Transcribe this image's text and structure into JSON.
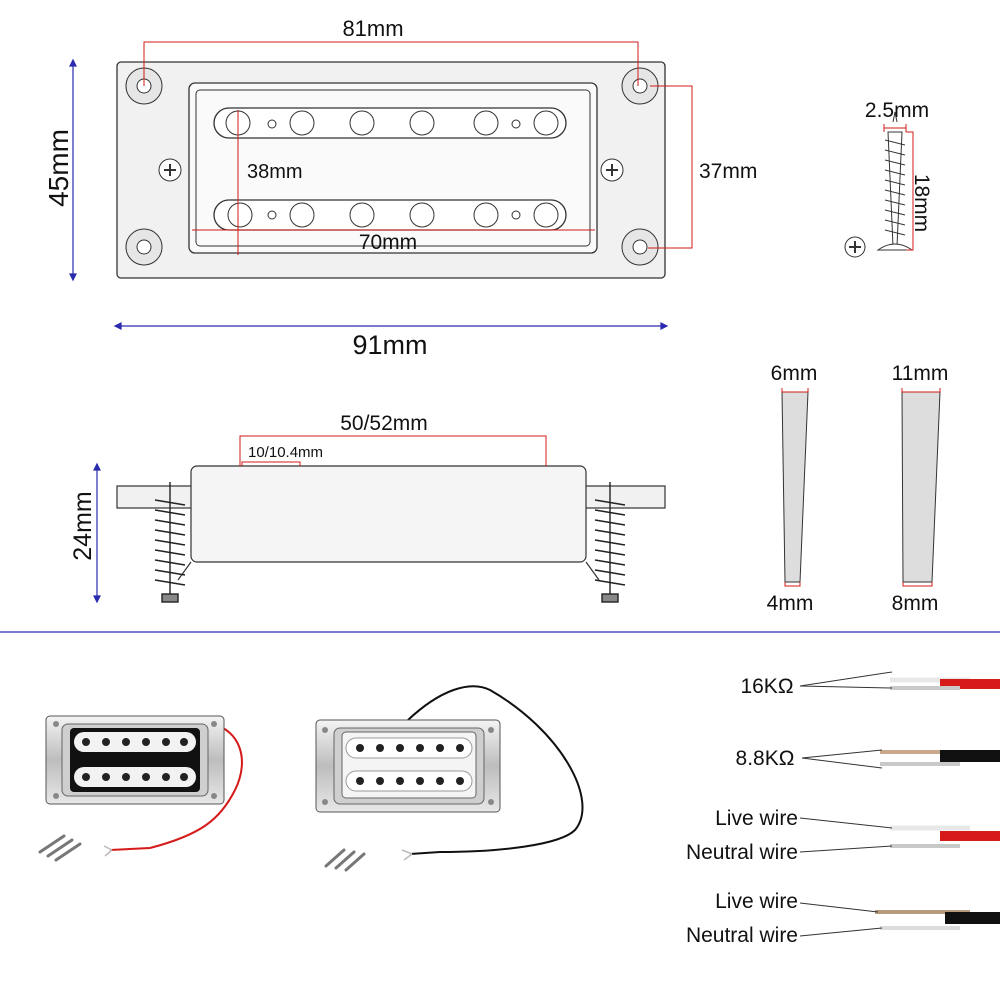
{
  "dimensions": {
    "top_width_holes": "81mm",
    "height": "45mm",
    "inner_height": "38mm",
    "hole_spacing": "37mm",
    "pole_length": "70mm",
    "total_width": "91mm",
    "screw_diameter": "2.5mm",
    "screw_length": "18mm",
    "cover_length": "50/52mm",
    "pole_spacing": "10/10.4mm",
    "side_height": "24mm",
    "shim_a_top": "6mm",
    "shim_a_bottom": "4mm",
    "shim_b_top": "11mm",
    "shim_b_bottom": "8mm"
  },
  "wiring": {
    "resistance_1": "16KΩ",
    "resistance_2": "8.8KΩ",
    "live_1": "Live wire",
    "neutral_1": "Neutral wire",
    "live_2": "Live wire",
    "neutral_2": "Neutral wire"
  },
  "colors": {
    "dim_red": "#d01818",
    "dim_blue": "#2b2bb0",
    "chrome": "#d9d9d9",
    "wire_red": "#d61a1a",
    "wire_black": "#111111"
  }
}
